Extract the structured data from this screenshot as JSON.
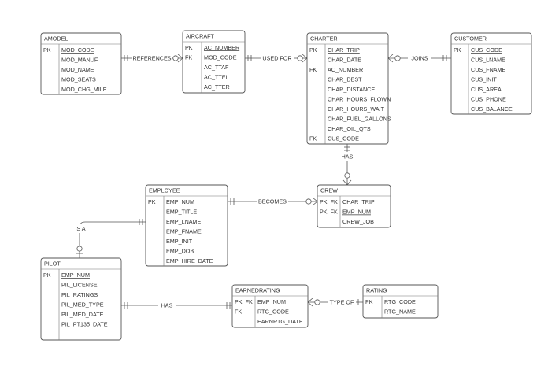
{
  "entities": {
    "amodel": {
      "title": "AMODEL",
      "attrs": [
        {
          "key": "PK",
          "name": "MOD_CODE",
          "pk": true
        },
        {
          "key": "",
          "name": "MOD_MANUF",
          "pk": false
        },
        {
          "key": "",
          "name": "MOD_NAME",
          "pk": false
        },
        {
          "key": "",
          "name": "MOD_SEATS",
          "pk": false
        },
        {
          "key": "",
          "name": "MOD_CHG_MILE",
          "pk": false
        }
      ]
    },
    "aircraft": {
      "title": "AIRCRAFT",
      "attrs": [
        {
          "key": "PK",
          "name": "AC_NUMBER",
          "pk": true
        },
        {
          "key": "FK",
          "name": "MOD_CODE",
          "pk": false
        },
        {
          "key": "",
          "name": "AC_TTAF",
          "pk": false
        },
        {
          "key": "",
          "name": "AC_TTEL",
          "pk": false
        },
        {
          "key": "",
          "name": "AC_TTER",
          "pk": false
        }
      ]
    },
    "charter": {
      "title": "CHARTER",
      "attrs": [
        {
          "key": "PK",
          "name": "CHAR_TRIP",
          "pk": true
        },
        {
          "key": "",
          "name": "CHAR_DATE",
          "pk": false
        },
        {
          "key": "FK",
          "name": "AC_NUMBER",
          "pk": false
        },
        {
          "key": "",
          "name": "CHAR_DEST",
          "pk": false
        },
        {
          "key": "",
          "name": "CHAR_DISTANCE",
          "pk": false
        },
        {
          "key": "",
          "name": "CHAR_HOURS_FLOWN",
          "pk": false
        },
        {
          "key": "",
          "name": "CHAR_HOURS_WAIT",
          "pk": false
        },
        {
          "key": "",
          "name": "CHAR_FUEL_GALLONS",
          "pk": false
        },
        {
          "key": "",
          "name": "CHAR_OIL_QTS",
          "pk": false
        },
        {
          "key": "FK",
          "name": "CUS_CODE",
          "pk": false
        }
      ]
    },
    "customer": {
      "title": "CUSTOMER",
      "attrs": [
        {
          "key": "PK",
          "name": "CUS_CODE",
          "pk": true
        },
        {
          "key": "",
          "name": "CUS_LNAME",
          "pk": false
        },
        {
          "key": "",
          "name": "CUS_FNAME",
          "pk": false
        },
        {
          "key": "",
          "name": "CUS_INIT",
          "pk": false
        },
        {
          "key": "",
          "name": "CUS_AREA",
          "pk": false
        },
        {
          "key": "",
          "name": "CUS_PHONE",
          "pk": false
        },
        {
          "key": "",
          "name": "CUS_BALANCE",
          "pk": false
        }
      ]
    },
    "employee": {
      "title": "EMPLOYEE",
      "attrs": [
        {
          "key": "PK",
          "name": "EMP_NUM",
          "pk": true
        },
        {
          "key": "",
          "name": "EMP_TITLE",
          "pk": false
        },
        {
          "key": "",
          "name": "EMP_LNAME",
          "pk": false
        },
        {
          "key": "",
          "name": "EMP_FNAME",
          "pk": false
        },
        {
          "key": "",
          "name": "EMP_INIT",
          "pk": false
        },
        {
          "key": "",
          "name": "EMP_DOB",
          "pk": false
        },
        {
          "key": "",
          "name": "EMP_HIRE_DATE",
          "pk": false
        }
      ]
    },
    "crew": {
      "title": "CREW",
      "attrs": [
        {
          "key": "PK, FK",
          "name": "CHAR_TRIP",
          "pk": true
        },
        {
          "key": "PK, FK",
          "name": "EMP_NUM",
          "pk": true
        },
        {
          "key": "",
          "name": "CREW_JOB",
          "pk": false
        }
      ]
    },
    "pilot": {
      "title": "PILOT",
      "attrs": [
        {
          "key": "PK",
          "name": "EMP_NUM",
          "pk": true
        },
        {
          "key": "",
          "name": "PIL_LICENSE",
          "pk": false
        },
        {
          "key": "",
          "name": "PIL_RATINGS",
          "pk": false
        },
        {
          "key": "",
          "name": "PIL_MED_TYPE",
          "pk": false
        },
        {
          "key": "",
          "name": "PIL_MED_DATE",
          "pk": false
        },
        {
          "key": "",
          "name": "PIL_PT135_DATE",
          "pk": false
        }
      ]
    },
    "earnedrating": {
      "title": "EARNEDRATING",
      "attrs": [
        {
          "key": "PK, FK",
          "name": "EMP_NUM",
          "pk": true
        },
        {
          "key": "FK",
          "name": "RTG_CODE",
          "pk": false
        },
        {
          "key": "",
          "name": "EARNRTG_DATE",
          "pk": false
        }
      ]
    },
    "rating": {
      "title": "RATING",
      "attrs": [
        {
          "key": "PK",
          "name": "RTG_CODE",
          "pk": true
        },
        {
          "key": "",
          "name": "RTG_NAME",
          "pk": false
        }
      ]
    }
  },
  "relationships": {
    "references": "REFERENCES",
    "used_for": "USED FOR",
    "joins": "JOINS",
    "has_crew": "HAS",
    "becomes": "BECOMES",
    "is_a": "IS A",
    "has_rating": "HAS",
    "type_of": "TYPE OF"
  },
  "colors": {
    "stroke": "#555555",
    "text": "#333333",
    "background": "#ffffff"
  }
}
